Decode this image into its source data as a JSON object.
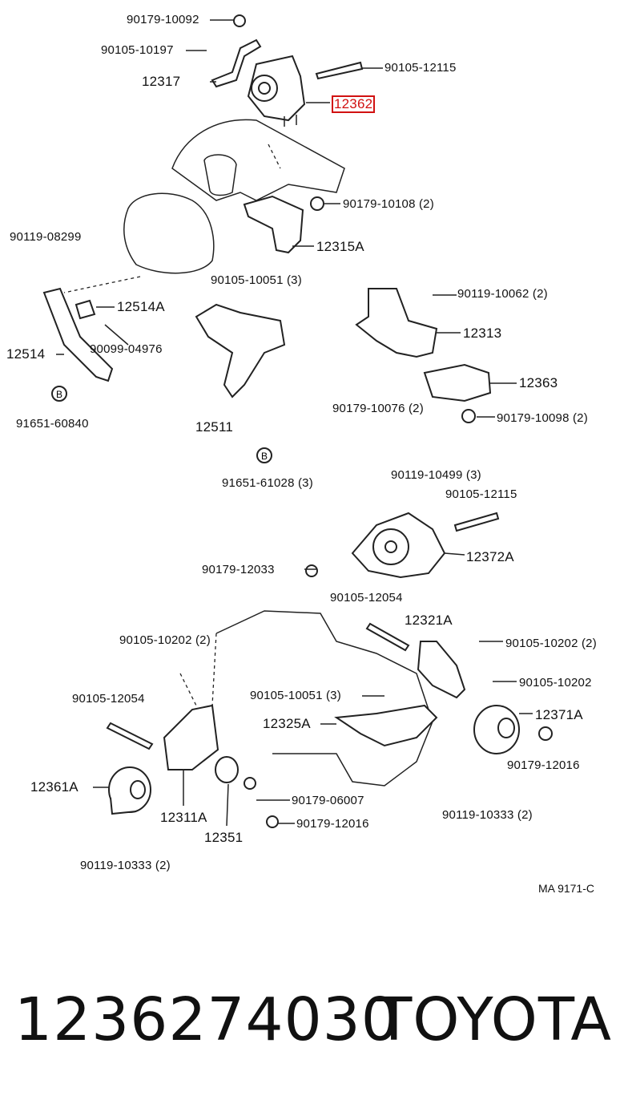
{
  "labels": {
    "p90179_10092": "90179-10092",
    "p90105_10197": "90105-10197",
    "p12317": "12317",
    "p90105_12115_top": "90105-12115",
    "p12362": "12362",
    "p90179_10108": "90179-10108 (2)",
    "p90119_08299": "90119-08299",
    "p12315A": "12315A",
    "p90105_10051": "90105-10051 (3)",
    "p12514A": "12514A",
    "p90119_10062": "90119-10062 (2)",
    "p12514": "12514",
    "p90099_04976": "90099-04976",
    "p12313": "12313",
    "p12363": "12363",
    "p90179_10076": "90179-10076 (2)",
    "p91651_60840": "91651-60840",
    "p12511": "12511",
    "p90179_10098": "90179-10098 (2)",
    "p91651_61028": "91651-61028 (3)",
    "p90119_10499": "90119-10499 (3)",
    "p90105_12115_mid": "90105-12115",
    "p12372A": "12372A",
    "p90179_12033": "90179-12033",
    "p90105_12054_top": "90105-12054",
    "p12321A": "12321A",
    "p90105_10202_l": "90105-10202 (2)",
    "p90105_10202_r2": "90105-10202 (2)",
    "p90105_10202_r": "90105-10202",
    "p90105_12054_left": "90105-12054",
    "p90105_10051_b": "90105-10051 (3)",
    "p12325A": "12325A",
    "p12371A": "12371A",
    "p12361A": "12361A",
    "p90179_12016_r": "90179-12016",
    "p90179_06007": "90179-06007",
    "p12311A": "12311A",
    "p12351": "12351",
    "p90179_12016_b": "90179-12016",
    "p90119_10333_r": "90119-10333 (2)",
    "p90119_10333_l": "90119-10333 (2)",
    "circleB": "B"
  },
  "reference_code": "MA 9171-C",
  "footer": {
    "part_number": "1236274030",
    "brand": "TOYOTA"
  },
  "highlight_color": "#d11111"
}
